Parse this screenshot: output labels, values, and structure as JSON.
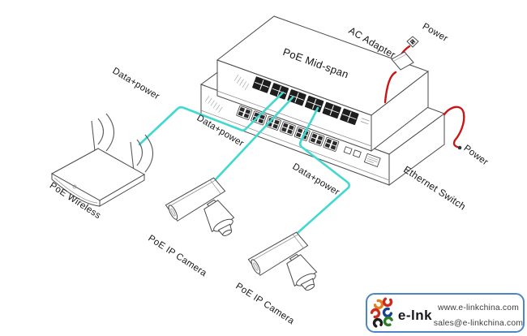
{
  "diagram": {
    "labels": {
      "poe_midspan": "PoE Mid-span",
      "ac_adapter": "AC Adapter",
      "power_outlet": "Power",
      "power_switch": "Power",
      "ethernet_switch": "Ethernet Switch",
      "data_power_1": "Data+power",
      "data_power_2": "Data+power",
      "data_power_3": "Data+power",
      "poe_wireless": "PoE Wireless",
      "poe_ip_camera_1": "PoE IP Camera",
      "poe_ip_camera_2": "PoE IP Camera"
    },
    "colors": {
      "data_cable": "#40d9d0",
      "power_cable": "#cc1414",
      "outline": "#4a4a4a"
    }
  },
  "logo": {
    "brand": "e-lnk",
    "website": "www.e-linkchina.com",
    "email": "sales@e-linkchina.com",
    "border": "#4a86c8",
    "mark_colors": [
      "#e2801e",
      "#cf2b1d",
      "#cf2b1d",
      "#15418e",
      "#1d1d1d",
      "#2c7d2a"
    ]
  }
}
